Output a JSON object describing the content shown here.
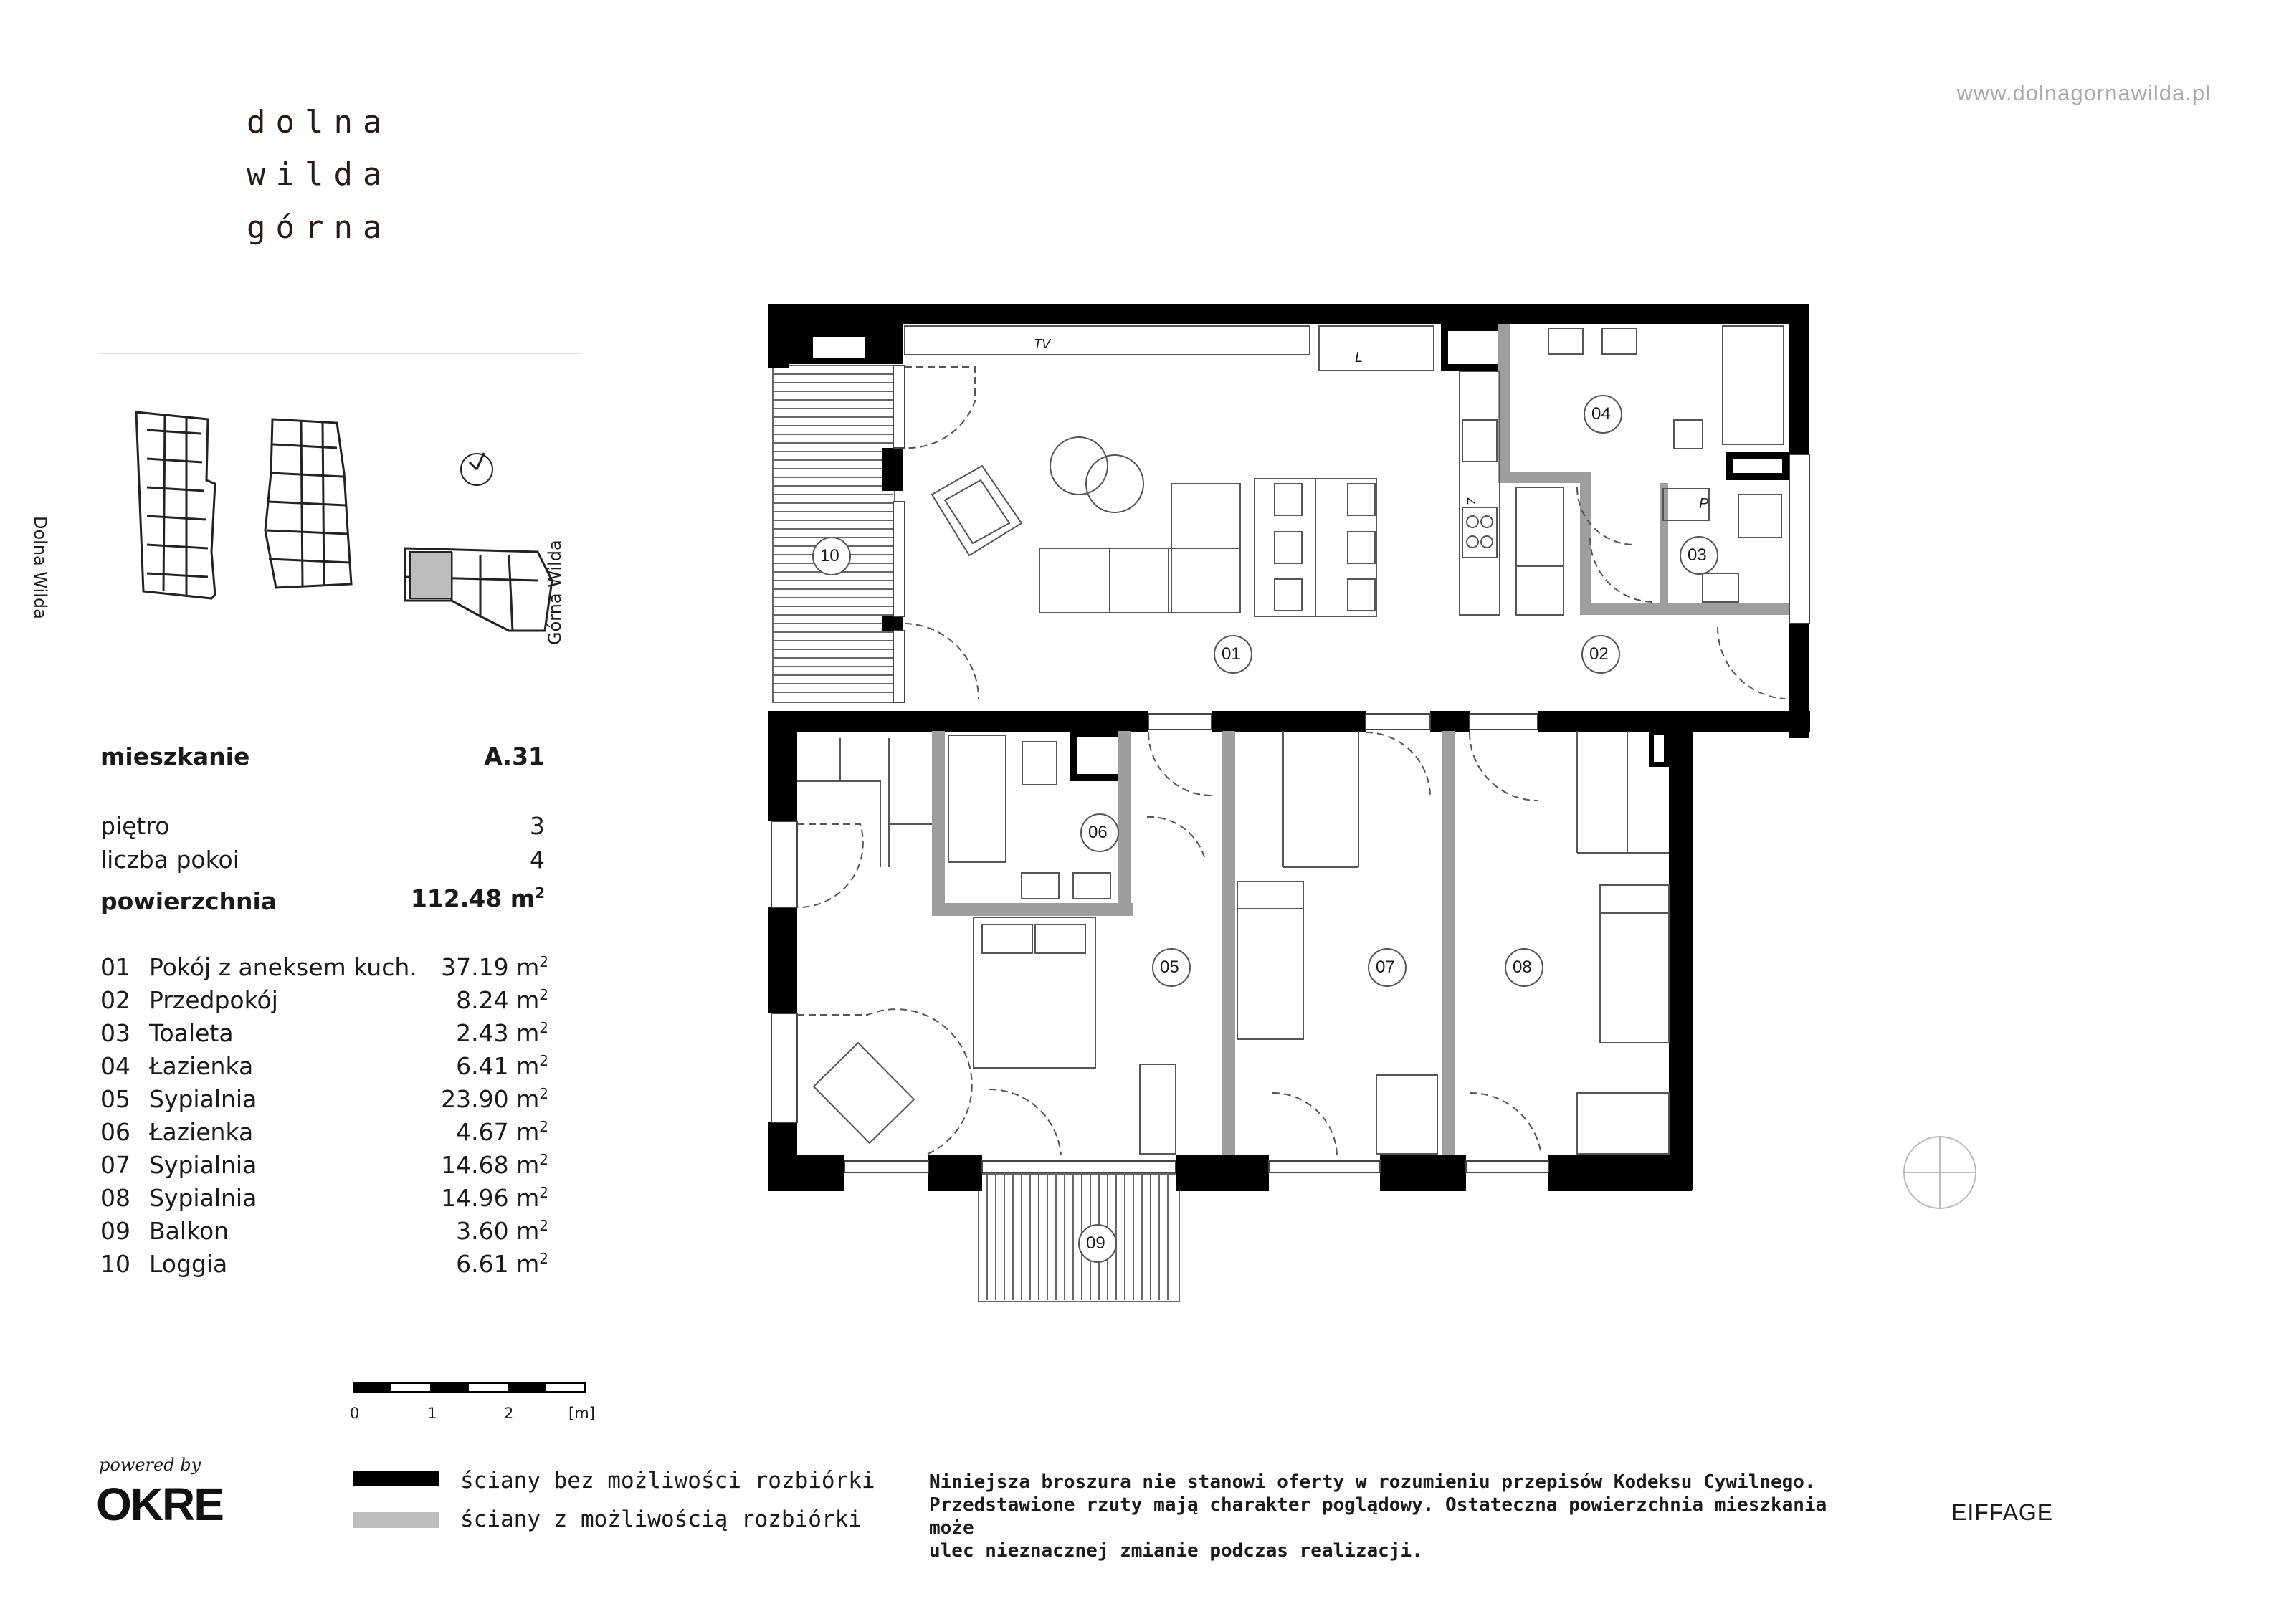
{
  "brand": {
    "logo_lines": [
      "dolna",
      "wilda",
      "górna"
    ],
    "website": "www.dolnagornawilda.pl"
  },
  "site_plan": {
    "label_left": "Dolna Wilda",
    "label_right": "Górna Wilda"
  },
  "apartment": {
    "label": "mieszkanie",
    "id": "A.31",
    "floor_label": "piętro",
    "floor": "3",
    "rooms_label": "liczba pokoi",
    "rooms_count": "4",
    "area_label": "powierzchnia",
    "area": "112.48 m",
    "area_unit_sup": "2"
  },
  "rooms": [
    {
      "num": "01",
      "name": "Pokój z aneksem kuch.",
      "area": "37.19 m"
    },
    {
      "num": "02",
      "name": "Przedpokój",
      "area": "8.24 m"
    },
    {
      "num": "03",
      "name": "Toaleta",
      "area": "2.43 m"
    },
    {
      "num": "04",
      "name": "Łazienka",
      "area": "6.41 m"
    },
    {
      "num": "05",
      "name": "Sypialnia",
      "area": "23.90 m"
    },
    {
      "num": "06",
      "name": "Łazienka",
      "area": "4.67 m"
    },
    {
      "num": "07",
      "name": "Sypialnia",
      "area": "14.68 m"
    },
    {
      "num": "08",
      "name": "Sypialnia",
      "area": "14.96 m"
    },
    {
      "num": "09",
      "name": "Balkon",
      "area": "3.60 m"
    },
    {
      "num": "10",
      "name": "Loggia",
      "area": "6.61 m"
    }
  ],
  "scale": {
    "ticks": [
      "0",
      "1",
      "2"
    ],
    "unit": "[m]"
  },
  "legend": [
    {
      "label": "ściany bez możliwości rozbiórki",
      "color": "#000000"
    },
    {
      "label": "ściany z możliwością rozbiórki",
      "color": "#bdbdbd"
    }
  ],
  "plan_labels": {
    "tv": "TV",
    "l": "L",
    "z": "Z",
    "p": "P"
  },
  "footer": {
    "powered_by": "powered by",
    "okre": "OKRE",
    "disclaimer": [
      "Niniejsza broszura nie stanowi oferty w rozumieniu przepisów Kodeksu Cywilnego.",
      "Przedstawione rzuty mają charakter poglądowy. Ostateczna powierzchnia mieszkania może",
      "ulec nieznacznej zmianie podczas realizacji."
    ],
    "eiffage": "EIFFAGE"
  },
  "colors": {
    "structural_wall": "#000000",
    "removable_wall": "#bdbdbd",
    "furniture_line": "#777777"
  }
}
